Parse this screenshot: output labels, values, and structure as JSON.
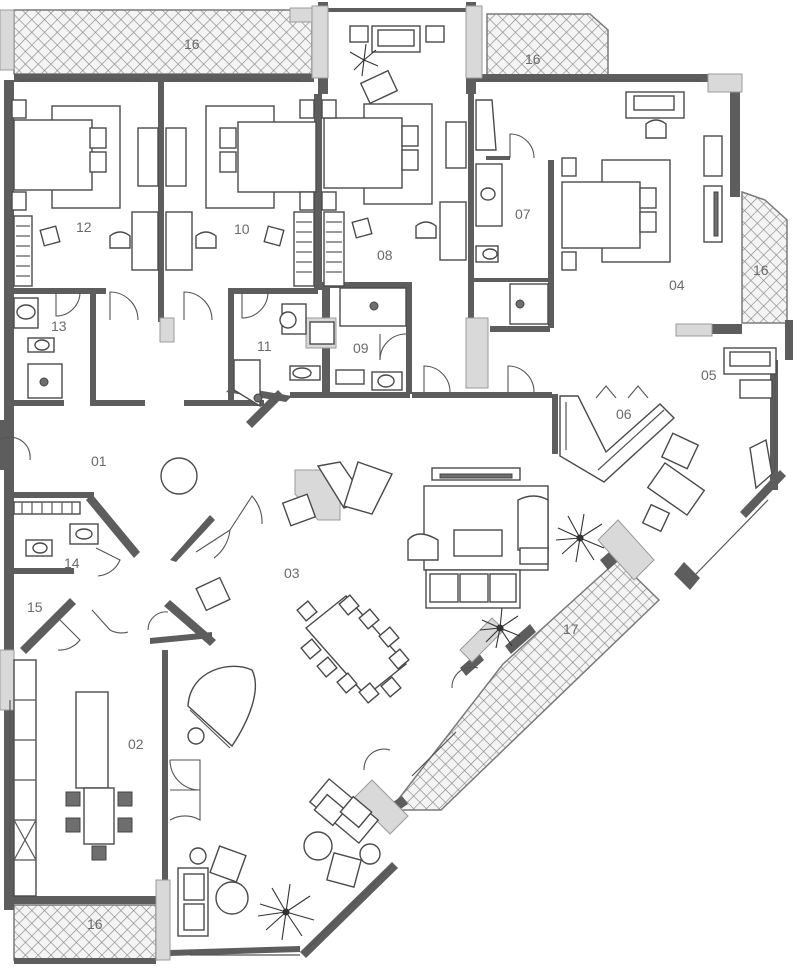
{
  "plan": {
    "title": "",
    "rooms": [
      {
        "id": "01"
      },
      {
        "id": "02"
      },
      {
        "id": "03"
      },
      {
        "id": "04"
      },
      {
        "id": "05"
      },
      {
        "id": "06"
      },
      {
        "id": "07"
      },
      {
        "id": "08"
      },
      {
        "id": "09"
      },
      {
        "id": "10"
      },
      {
        "id": "11"
      },
      {
        "id": "12"
      },
      {
        "id": "13"
      },
      {
        "id": "14"
      },
      {
        "id": "15"
      },
      {
        "id": "16"
      },
      {
        "id": "16"
      },
      {
        "id": "16"
      },
      {
        "id": "16"
      },
      {
        "id": "17"
      }
    ]
  },
  "colors": {
    "wall": "#5d5d5d",
    "hatch": "#8a8a8a",
    "label": "#6a6a6a",
    "background": "#ffffff"
  }
}
